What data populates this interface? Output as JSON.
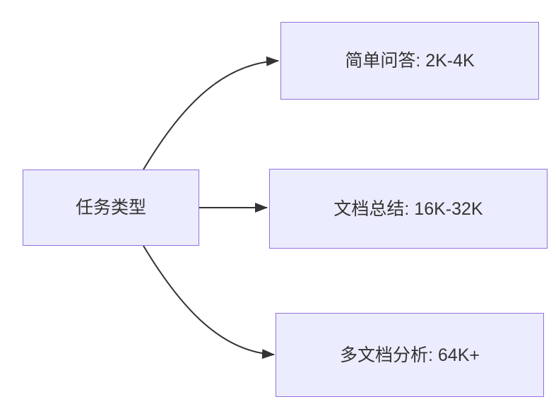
{
  "diagram": {
    "type": "flowchart",
    "direction": "left-to-right",
    "colors": {
      "background": "#FFFFFF",
      "node_fill": "#ECECFF",
      "node_border": "#9370DB",
      "edge": "#333333",
      "text": "#333333"
    },
    "root": {
      "id": "task-type",
      "label": "任务类型"
    },
    "branches": [
      {
        "id": "simple-qa",
        "label": "简单问答: 2K-4K"
      },
      {
        "id": "doc-summary",
        "label": "文档总结: 16K-32K"
      },
      {
        "id": "multi-doc-analysis",
        "label": "多文档分析: 64K+"
      }
    ],
    "edges": [
      {
        "from": "task-type",
        "to": "simple-qa"
      },
      {
        "from": "task-type",
        "to": "doc-summary"
      },
      {
        "from": "task-type",
        "to": "multi-doc-analysis"
      }
    ]
  }
}
